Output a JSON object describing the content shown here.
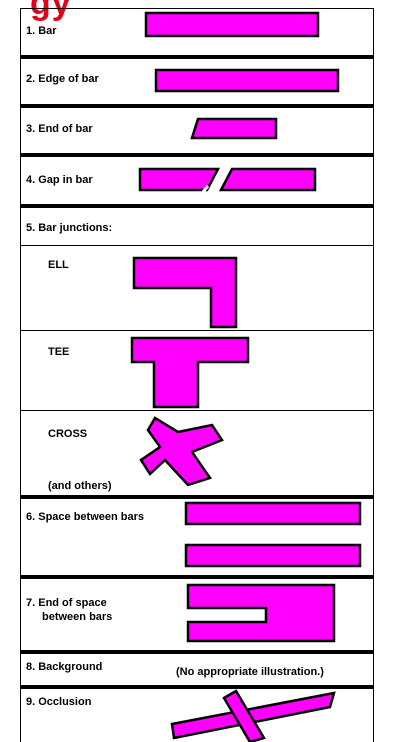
{
  "title_fragment": "gy",
  "rows": {
    "bar": "1. Bar",
    "edge": "2. Edge of bar",
    "end": "3. End of bar",
    "gap": "4. Gap in bar",
    "junctions": "5. Bar junctions:",
    "ell": "ELL",
    "tee": "TEE",
    "cross": "CROSS",
    "others": "(and others)",
    "space": "6. Space between bars",
    "end_space_1": "7. End of space",
    "end_space_2": "between bars",
    "background": "8. Background",
    "background_note": "(No appropriate illustration.)",
    "occlusion": "9. Occlusion"
  },
  "colors": {
    "bar_fill": "#ff00ff",
    "bar_stroke": "#000000",
    "title": "#e4001b"
  }
}
